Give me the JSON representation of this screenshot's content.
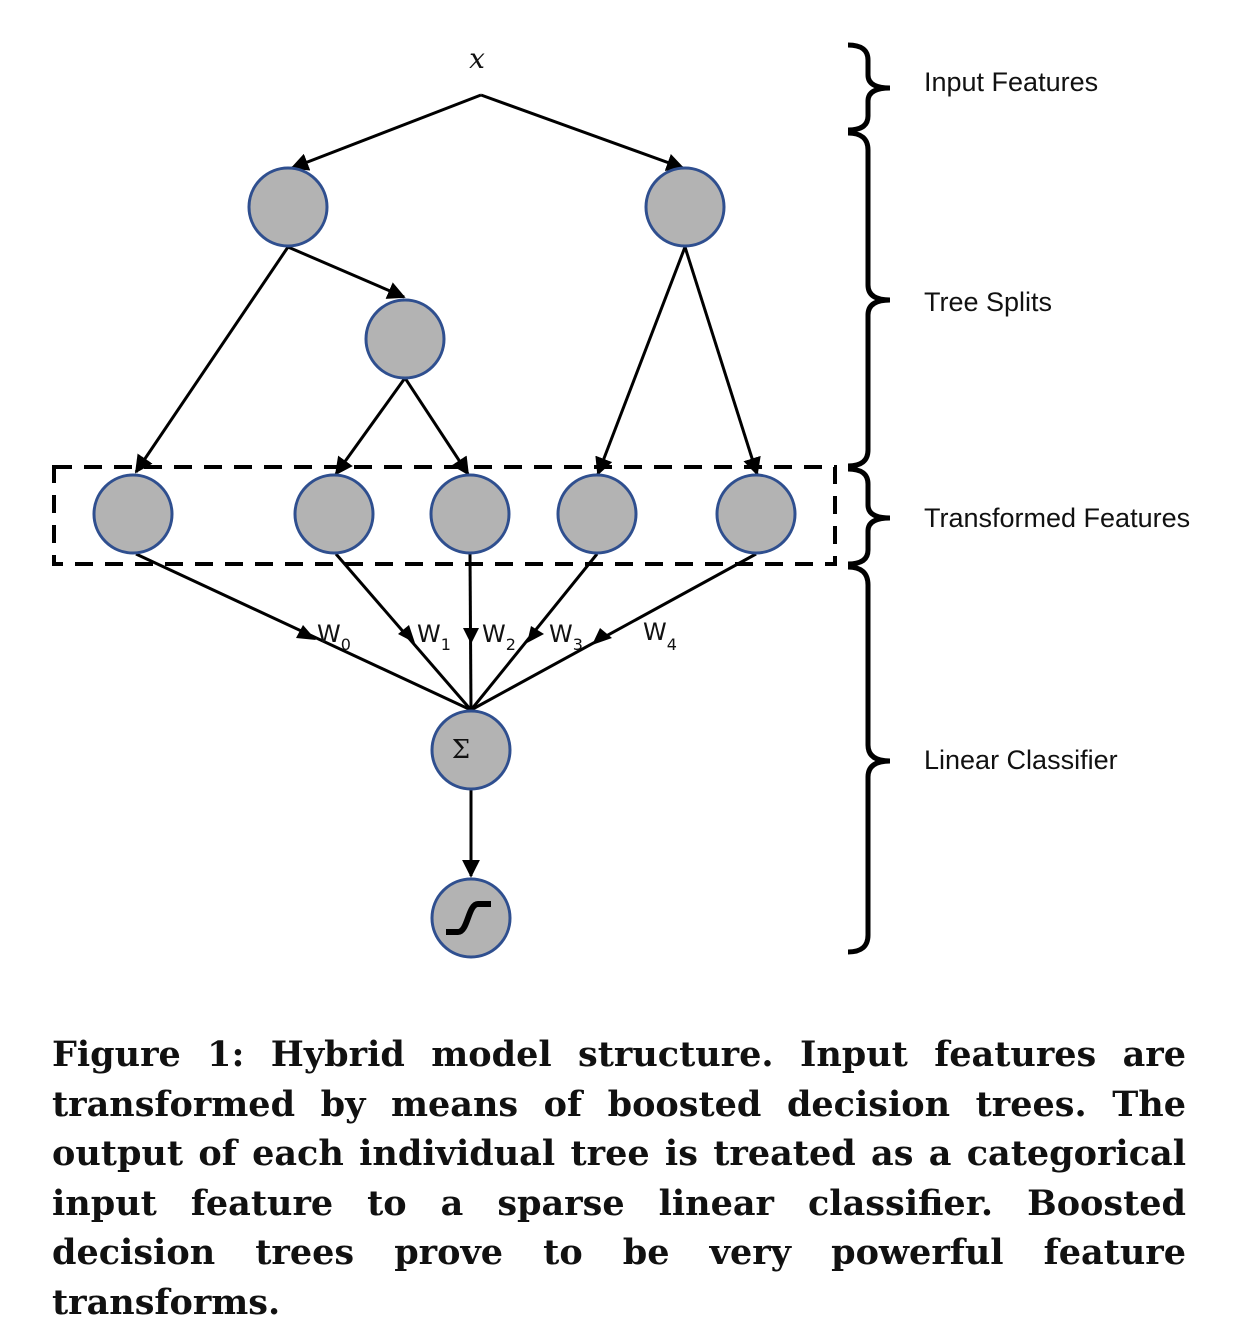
{
  "figure": {
    "input_symbol": "x",
    "aggregator_symbol": "Σ",
    "output_node": "sigmoid",
    "weights": [
      {
        "base": "W",
        "sub": "0"
      },
      {
        "base": "W",
        "sub": "1"
      },
      {
        "base": "W",
        "sub": "2"
      },
      {
        "base": "W",
        "sub": "3"
      },
      {
        "base": "W",
        "sub": "4"
      }
    ],
    "sections": [
      {
        "label": "Input Features"
      },
      {
        "label": "Tree Splits"
      },
      {
        "label": "Transformed Features"
      },
      {
        "label": "Linear Classifier"
      }
    ],
    "colors": {
      "node_fill": "#b3b3b3",
      "node_stroke": "#2f4f8f",
      "edge": "#000000"
    }
  },
  "caption": {
    "text": "Figure 1: Hybrid model structure. Input features are transformed by means of boosted decision trees. The output of each individual tree is treated as a categorical input feature to a sparse linear classifier. Boosted decision trees prove to be very powerful feature transforms."
  }
}
